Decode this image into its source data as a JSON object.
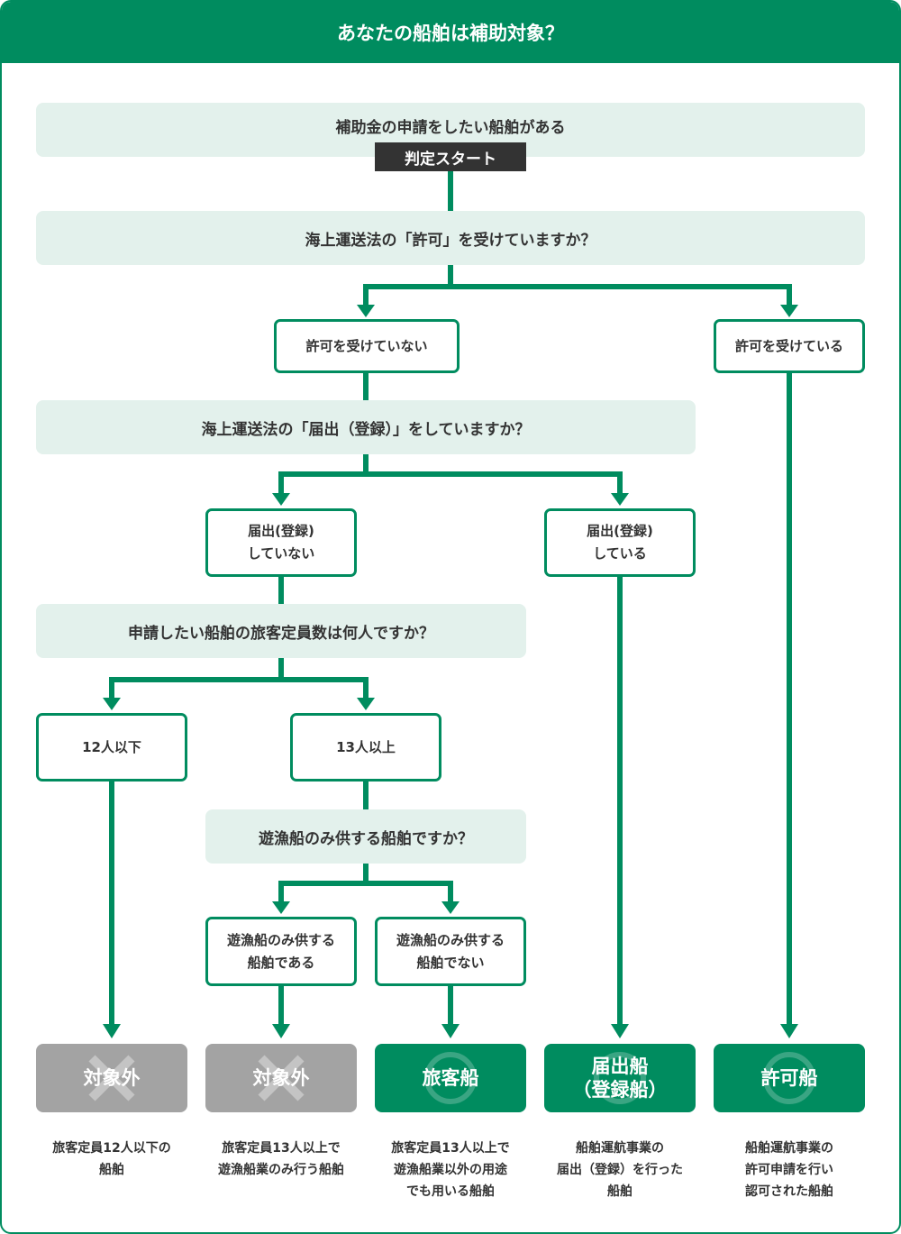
{
  "header": {
    "title": "あなたの船舶は補助対象？"
  },
  "start": {
    "question": "補助金の申請をしたい船舶がある",
    "button": "判定スタート"
  },
  "questions": {
    "permit": "海上運送法の「許可」を受けていますか？",
    "notification": "海上運送法の「届出（登録）」をしていますか？",
    "capacity": "申請したい船舶の旅客定員数は何人ですか？",
    "fishing": "遊漁船のみ供する船舶ですか？"
  },
  "options": {
    "permit_no": "許可を受けていない",
    "permit_yes": "許可を受けている",
    "notif_no_1": "届出(登録)",
    "notif_no_2": "していない",
    "notif_yes_1": "届出(登録)",
    "notif_yes_2": "している",
    "cap_12": "12人以下",
    "cap_13": "13人以上",
    "fish_yes_1": "遊漁船のみ供する",
    "fish_yes_2": "船舶である",
    "fish_no_1": "遊漁船のみ供する",
    "fish_no_2": "船舶でない"
  },
  "results": [
    {
      "label": "対象外",
      "label2": "",
      "status": "not-eligible",
      "mark": "cross-icon",
      "desc": [
        "旅客定員12人以下の",
        "船舶",
        ""
      ]
    },
    {
      "label": "対象外",
      "label2": "",
      "status": "not-eligible",
      "mark": "cross-icon",
      "desc": [
        "旅客定員13人以上で",
        "遊漁船業のみ行う船舶",
        ""
      ]
    },
    {
      "label": "旅客船",
      "label2": "",
      "status": "eligible",
      "mark": "circle-icon",
      "desc": [
        "旅客定員13人以上で",
        "遊漁船業以外の用途",
        "でも用いる船舶"
      ]
    },
    {
      "label": "届出船",
      "label2": "（登録船）",
      "status": "eligible",
      "mark": "circle-icon",
      "desc": [
        "船舶運航事業の",
        "届出（登録）を行った",
        "船舶"
      ]
    },
    {
      "label": "許可船",
      "label2": "",
      "status": "eligible",
      "mark": "circle-icon",
      "desc": [
        "船舶運航事業の",
        "許可申請を行い",
        "認可された船舶"
      ]
    }
  ],
  "colors": {
    "brand": "#008c5f",
    "question_bg": "#e3f1ec",
    "not_eligible": "#a3a3a3",
    "start_bg": "#333333"
  }
}
